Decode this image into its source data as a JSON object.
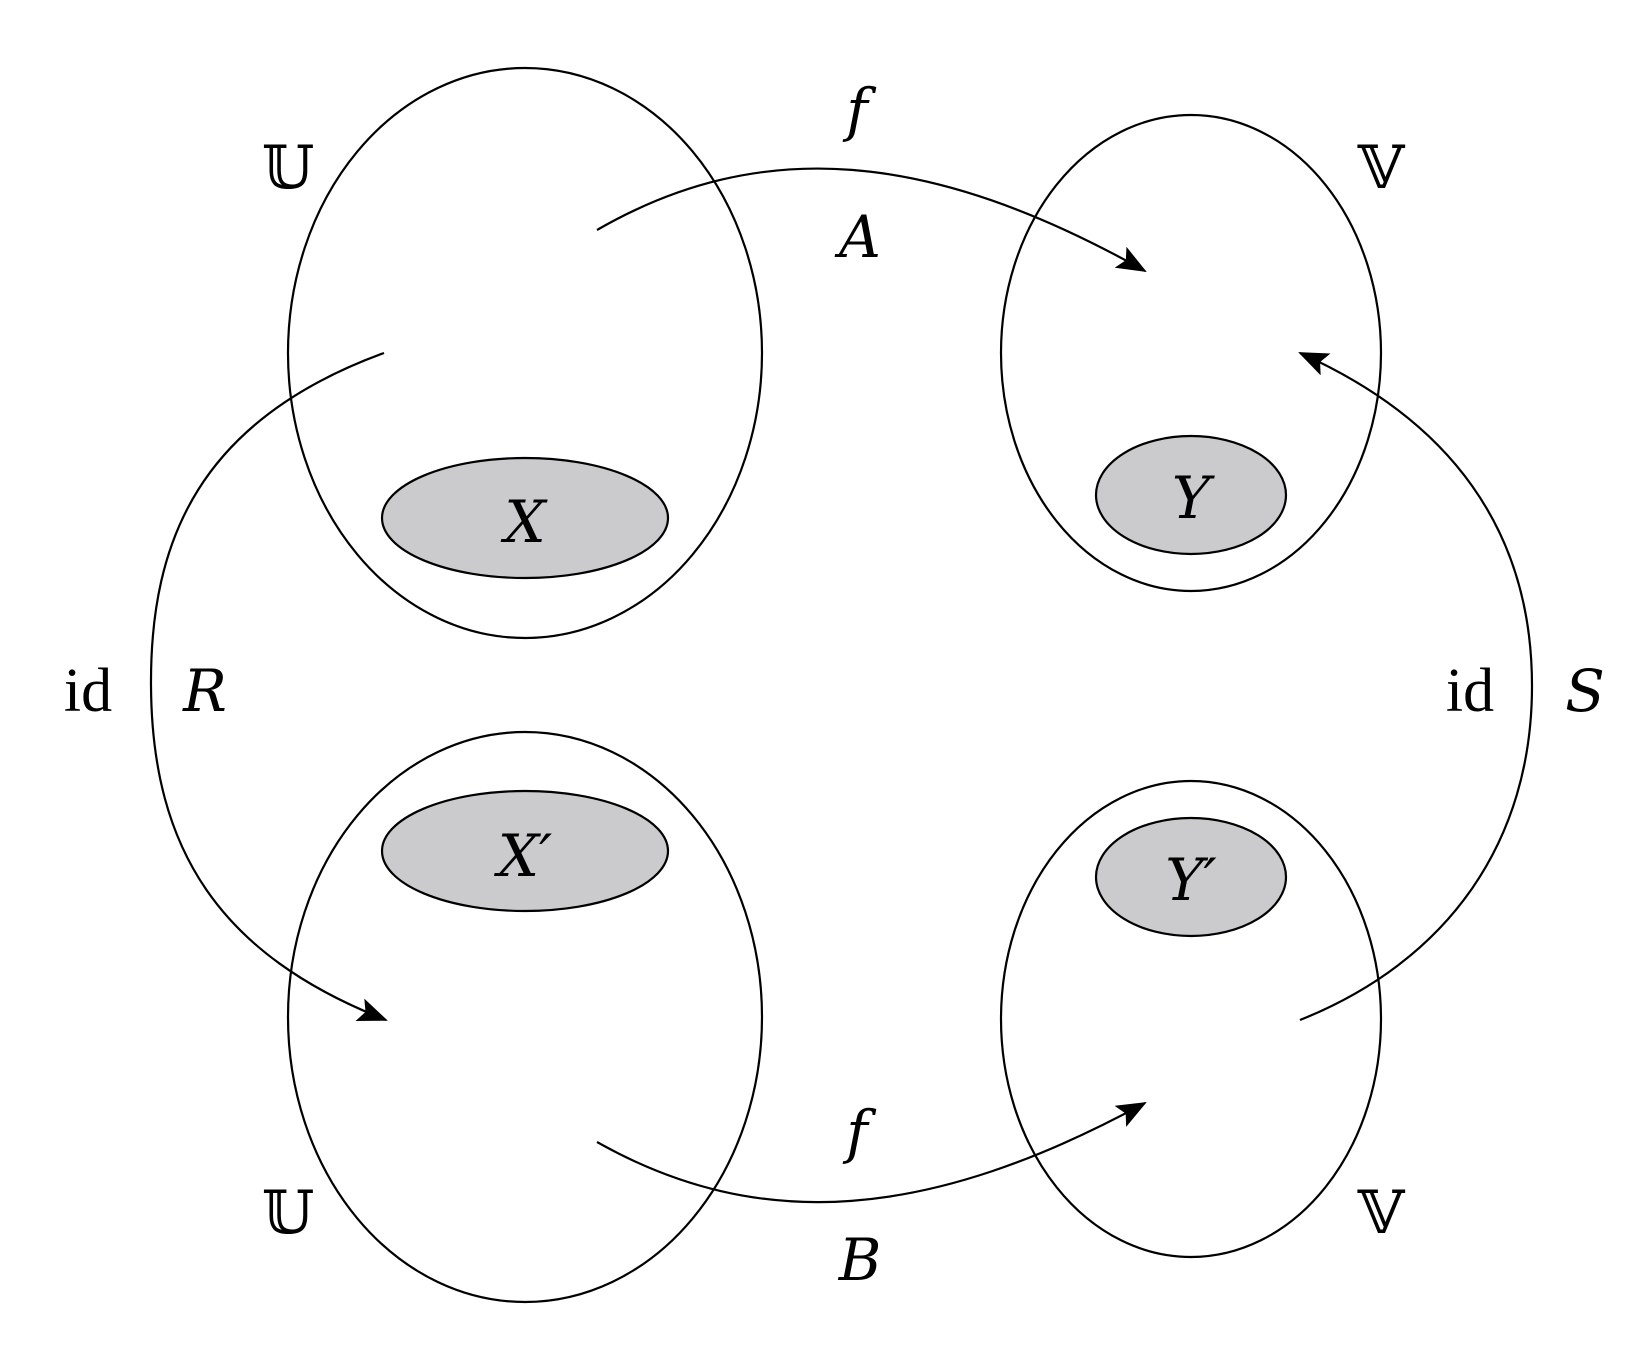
{
  "sets": {
    "top_left": {
      "name": "𝕌",
      "subset_label": "X"
    },
    "bottom_left": {
      "name": "𝕌",
      "subset_label": "X′"
    },
    "top_right": {
      "name": "𝕍",
      "subset_label": "Y"
    },
    "bottom_right": {
      "name": "𝕍",
      "subset_label": "Y′"
    }
  },
  "arrows": {
    "top": {
      "map_label": "f",
      "relation_label": "A"
    },
    "bottom": {
      "map_label": "f",
      "relation_label": "B"
    },
    "left": {
      "map_label": "id",
      "relation_label": "R"
    },
    "right": {
      "map_label": "id",
      "relation_label": "S"
    }
  },
  "colors": {
    "subset_fill": "#cbcacd",
    "stroke": "#000000",
    "background": "#ffffff"
  }
}
